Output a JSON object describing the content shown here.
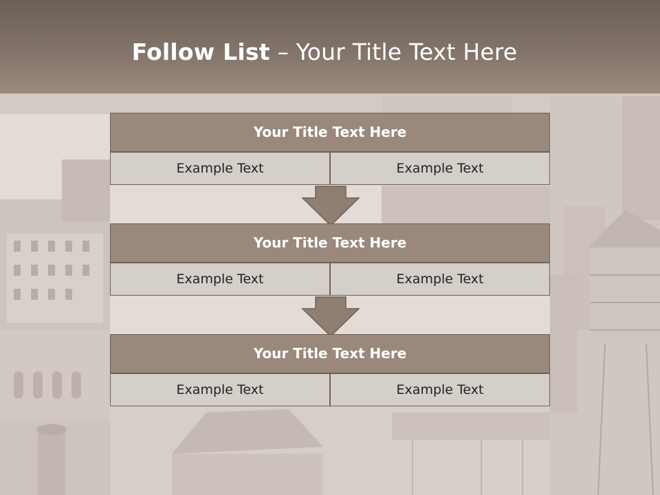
{
  "slide": {
    "title_bold": "Follow List",
    "title_rest": " – Your Title Text Here"
  },
  "blocks": [
    {
      "title": "Your Title Text Here",
      "left": "Example Text",
      "right": "Example Text"
    },
    {
      "title": "Your Title Text Here",
      "left": "Example Text",
      "right": "Example Text"
    },
    {
      "title": "Your Title Text Here",
      "left": "Example Text",
      "right": "Example Text"
    }
  ],
  "colors": {
    "header": "#82746a",
    "block_title": "#9a887c",
    "cell": "#d5cfca",
    "arrow": "#8f7e72"
  }
}
